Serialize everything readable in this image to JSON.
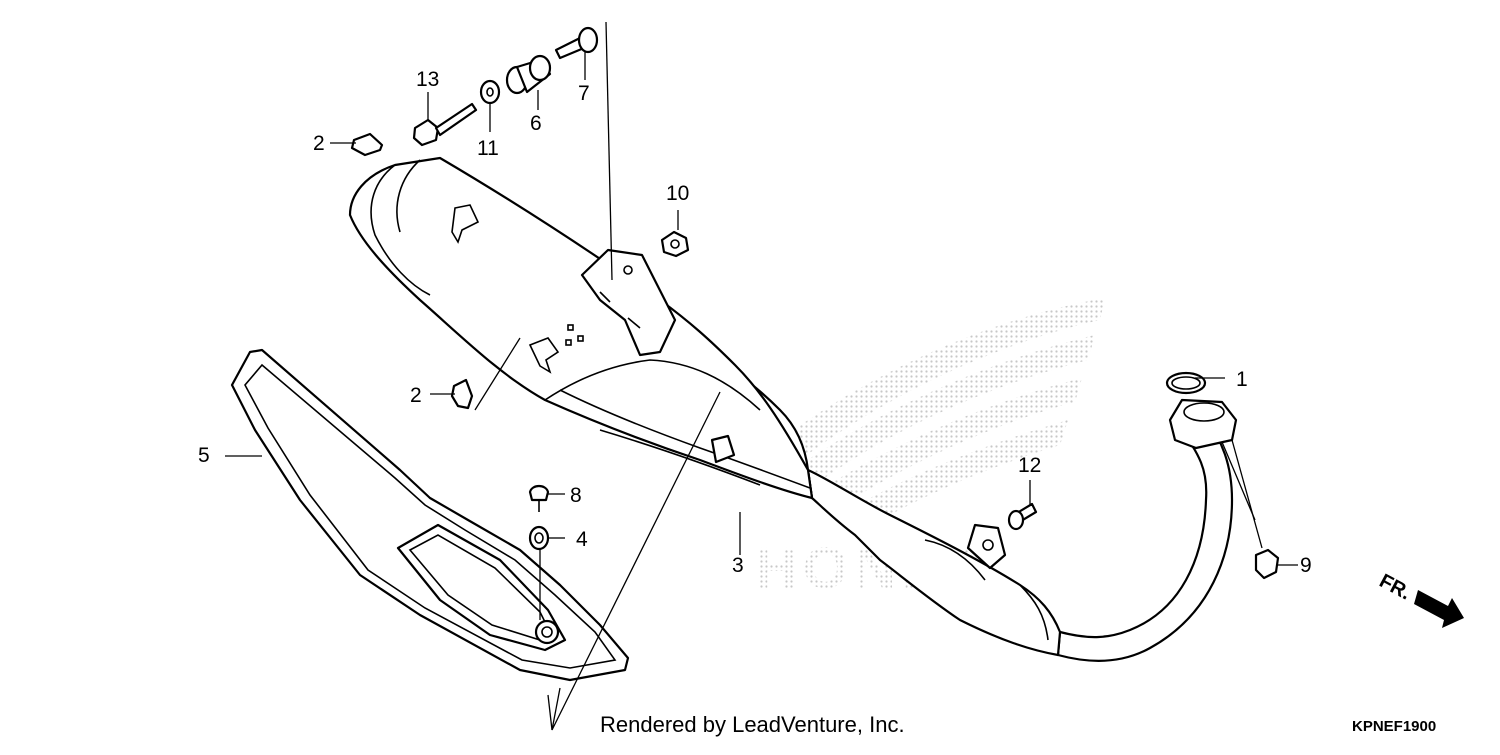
{
  "diagram": {
    "callouts": [
      {
        "id": "1",
        "text": "1"
      },
      {
        "id": "2a",
        "text": "2"
      },
      {
        "id": "2b",
        "text": "2"
      },
      {
        "id": "3",
        "text": "3"
      },
      {
        "id": "4",
        "text": "4"
      },
      {
        "id": "5",
        "text": "5"
      },
      {
        "id": "6",
        "text": "6"
      },
      {
        "id": "7",
        "text": "7"
      },
      {
        "id": "8",
        "text": "8"
      },
      {
        "id": "9",
        "text": "9"
      },
      {
        "id": "10",
        "text": "10"
      },
      {
        "id": "11",
        "text": "11"
      },
      {
        "id": "12",
        "text": "12"
      },
      {
        "id": "13",
        "text": "13"
      }
    ],
    "watermark_text": "HONDA",
    "direction_label": "FR.",
    "footer_credit": "Rendered by LeadVenture, Inc.",
    "drawing_code": "KPNEF1900"
  }
}
